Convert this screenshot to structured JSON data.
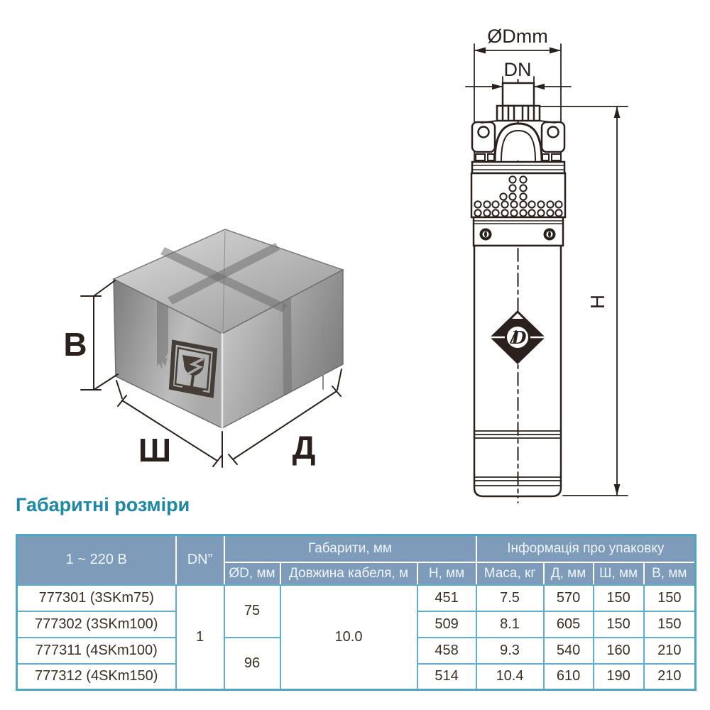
{
  "title": "Габаритні розміри",
  "colors": {
    "accent_teal": "#1e87a4",
    "table_header_bg": "#7e9cba",
    "table_border": "#5faecb",
    "drawing_ink": "#2b211c"
  },
  "diagrams": {
    "pump": {
      "dim_diameter": "ØDmm",
      "dim_port": "DN",
      "dim_height": "H"
    },
    "package_box": {
      "dim_height": "В",
      "dim_width": "Ш",
      "dim_length": "Д"
    }
  },
  "table": {
    "header": {
      "voltage": "1 ~ 220 В",
      "dn": "DN”",
      "group_dimensions": "Габарити, мм",
      "group_packaging": "Інформація про упаковку",
      "sub_od": "ØD, мм",
      "sub_cable": "Довжина кабеля, м",
      "sub_h": "Н, мм",
      "sub_mass": "Маса, кг",
      "sub_len": "Д, мм",
      "sub_wid": "Ш, мм",
      "sub_hei": "В, мм"
    },
    "shared": {
      "dn_value": "1",
      "od_group1": "75",
      "od_group2": "96",
      "cable_length": "10.0"
    },
    "rows": [
      {
        "model": "777301 (3SKm75)",
        "h": "451",
        "mass": "7.5",
        "len": "570",
        "wid": "150",
        "hei": "150"
      },
      {
        "model": "777302 (3SKm100)",
        "h": "509",
        "mass": "8.1",
        "len": "605",
        "wid": "150",
        "hei": "150"
      },
      {
        "model": "777311 (4SKm100)",
        "h": "458",
        "mass": "9.3",
        "len": "540",
        "wid": "160",
        "hei": "210"
      },
      {
        "model": "777312 (4SKm150)",
        "h": "514",
        "mass": "10.4",
        "len": "610",
        "wid": "190",
        "hei": "210"
      }
    ]
  }
}
